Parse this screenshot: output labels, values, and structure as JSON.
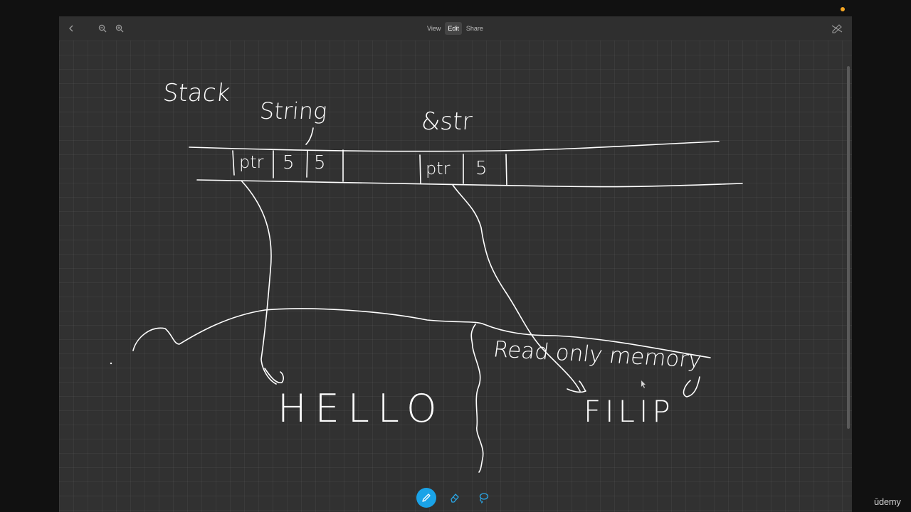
{
  "toolbar": {
    "back_icon": "chevron-left-icon",
    "zoom_out_icon": "zoom-out-icon",
    "zoom_in_icon": "zoom-in-icon",
    "modes": [
      "View",
      "Edit",
      "Share"
    ],
    "active_mode": "Edit",
    "right_icon": "pen-off-icon"
  },
  "drawing_text": {
    "stack": "Stack",
    "string": "String",
    "str_ref": "&str",
    "cell_ptr_1": "ptr",
    "cell_len": "5",
    "cell_cap": "5",
    "cell_ptr_2": "ptr",
    "cell_len_2": "5",
    "read_only_memory": "Read only memory",
    "hello": "HELLO",
    "filip": "FILIP"
  },
  "tools": {
    "pen": "pen-icon",
    "eraser": "eraser-icon",
    "lasso": "lasso-icon",
    "active": "pen",
    "accent_color": "#1aa3e8"
  },
  "watermark": "ūdemy"
}
